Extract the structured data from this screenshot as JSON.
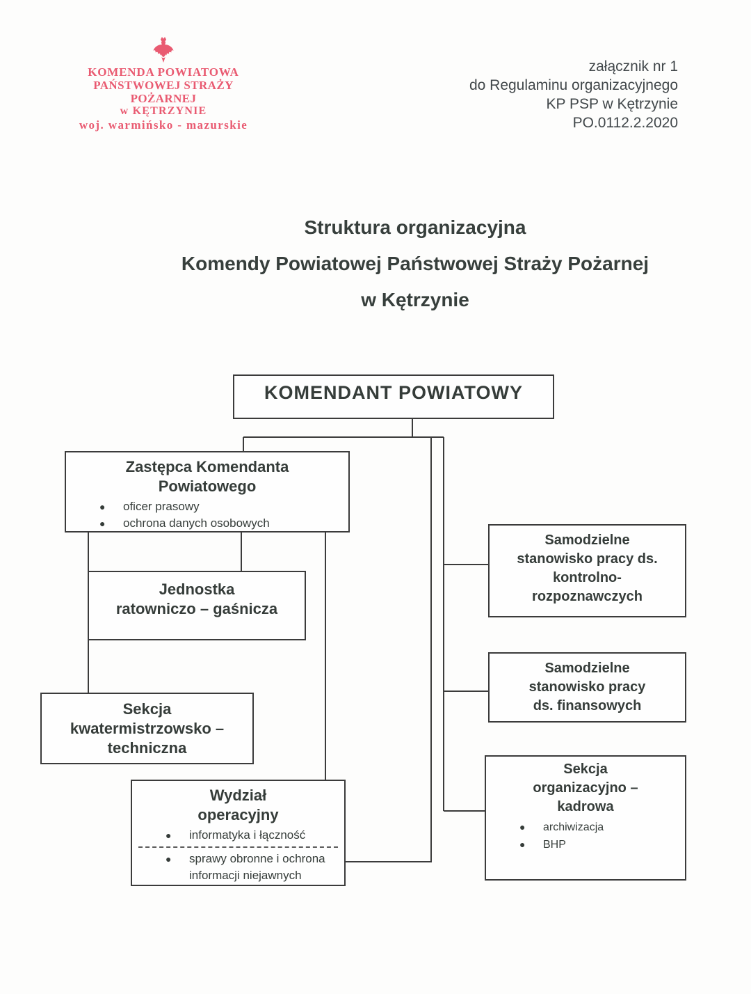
{
  "stamp": {
    "line1": "KOMENDA POWIATOWA",
    "line2": "PAŃSTWOWEJ STRAŻY POŻARNEJ",
    "line3": "w KĘTRZYNIE",
    "line4": "woj. warmińsko - mazurskie",
    "emblem": "polish-eagle",
    "color": "#e8526a"
  },
  "annotation": {
    "lines": [
      "załącznik nr 1",
      "do Regulaminu organizacyjnego",
      "KP PSP w Kętrzynie",
      "PO.0112.2.2020"
    ]
  },
  "title": {
    "lines": [
      "Struktura organizacyjna",
      "Komendy Powiatowej Państwowej Straży Pożarnej",
      "w Kętrzynie"
    ]
  },
  "org": {
    "root": {
      "label": "KOMENDANT POWIATOWY"
    },
    "zastepca": {
      "title": "Zastępca Komendanta\nPowiatowego",
      "bullets": [
        "oficer prasowy",
        "ochrona danych osobowych"
      ]
    },
    "jednostka": {
      "title": "Jednostka\nratowniczo – gaśnicza"
    },
    "kwatermistrzowska": {
      "title": "Sekcja\nkwatermistrzowsko –\ntechniczna"
    },
    "operacyjny": {
      "title": "Wydział\noperacyjny",
      "bullet1": "informatyka i łączność",
      "bullet2": "sprawy obronne i ochrona\ninformacji niejawnych"
    },
    "kontrolno": {
      "title": "Samodzielne\nstanowisko pracy ds.\nkontrolno-\nrozpoznawczych"
    },
    "finansowe": {
      "title": "Samodzielne\nstanowisko pracy\nds. finansowych"
    },
    "kadrowa": {
      "title": "Sekcja\norganizacyjno –\nkadrowa",
      "bullets": [
        "archiwizacja",
        "BHP"
      ]
    }
  },
  "colors": {
    "stamp_red": "#e8526a",
    "ink": "#363d3a",
    "line": "#3b3b3b"
  }
}
